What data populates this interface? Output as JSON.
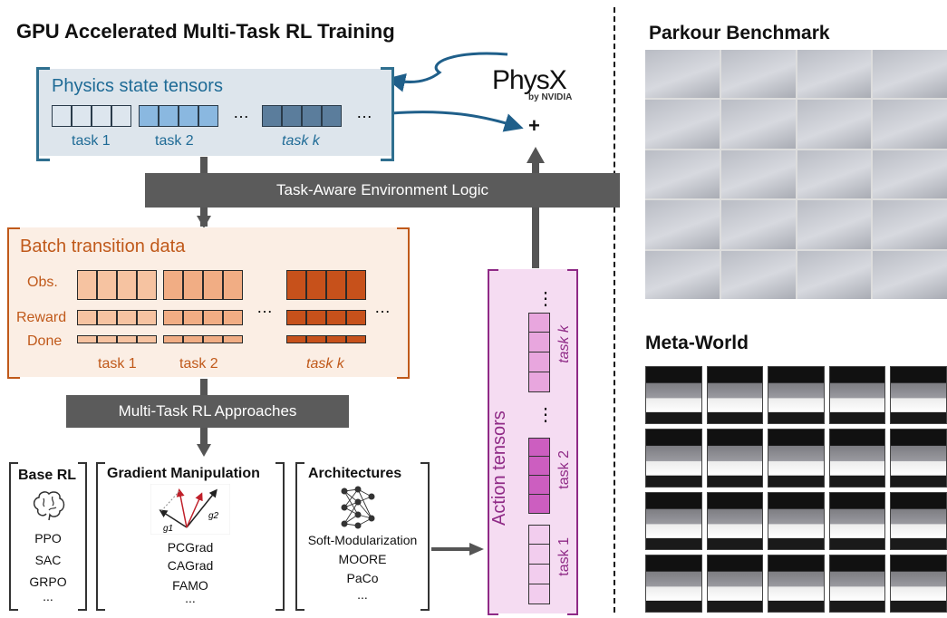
{
  "left_title": "GPU Accelerated Multi-Task RL Training",
  "physics": {
    "label": "Physics state tensors",
    "tasks": [
      "task 1",
      "task 2",
      "task k"
    ],
    "ellipsis": "…"
  },
  "physx_logo": {
    "name": "PhysX",
    "sub": "by NVIDIA"
  },
  "plus": "+",
  "env_logic": "Task-Aware Environment Logic",
  "batch": {
    "label": "Batch transition data",
    "rows": [
      "Obs.",
      "Reward",
      "Done"
    ],
    "tasks": [
      "task 1",
      "task 2",
      "task k"
    ],
    "ellipsis": "…"
  },
  "mtrl_bar": "Multi-Task RL Approaches",
  "columns": [
    {
      "title": "Base RL",
      "items": [
        "PPO",
        "SAC",
        "GRPO",
        "..."
      ],
      "icon": "brain-icon"
    },
    {
      "title": "Gradient Manipulation",
      "items": [
        "PCGrad",
        "CAGrad",
        "FAMO",
        "..."
      ],
      "icon": "gradient-vectors-icon",
      "g1": "g1",
      "g2": "g2"
    },
    {
      "title": "Architectures",
      "items": [
        "Soft-Modularization",
        "MOORE",
        "PaCo",
        "..."
      ],
      "icon": "neural-network-icon"
    }
  ],
  "action": {
    "label": "Action tensors",
    "tasks": [
      "task k",
      "task 2",
      "task 1"
    ],
    "dots": "⋮"
  },
  "right": {
    "parkour_title": "Parkour Benchmark",
    "metaworld_title": "Meta-World"
  },
  "colors": {
    "blue_text": "#1f6b96",
    "orange_text": "#c0591a",
    "purple_text": "#8f2a86",
    "gray_bar": "#5b5b5b"
  }
}
